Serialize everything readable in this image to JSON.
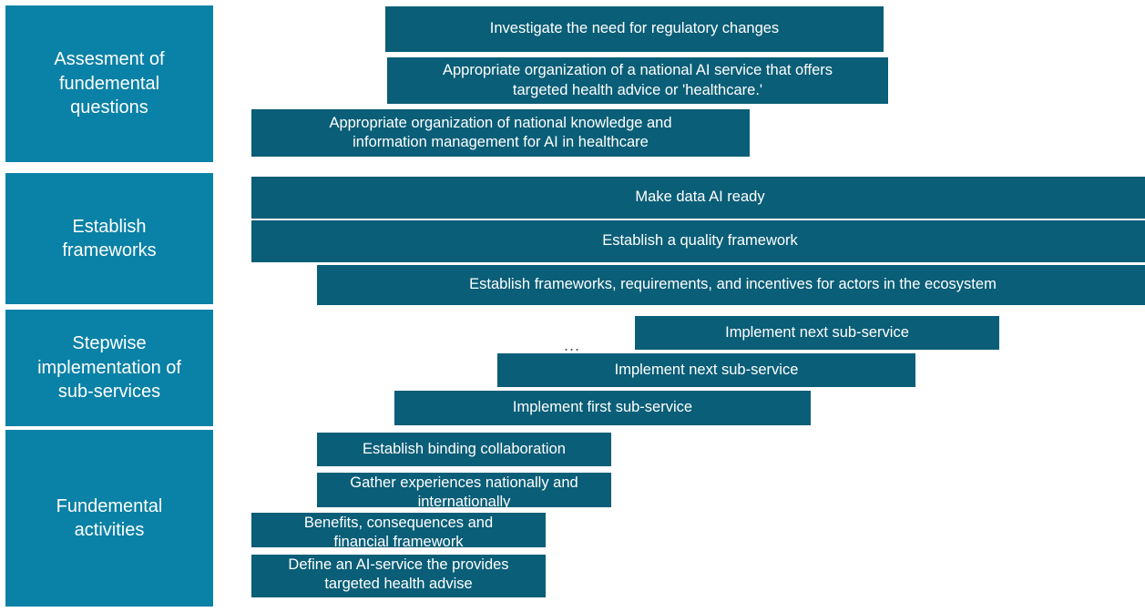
{
  "diagram": {
    "title": "AI in healthcare roadmap",
    "colors": {
      "phase_label_bg": "#0a81a6",
      "task_bar_bg": "#0a5e77",
      "text": "#ffffff",
      "background": "#ffffff",
      "ellipsis": "#595959"
    },
    "ellipsis_marker": "..."
  },
  "phases": [
    {
      "label": "Assesment of\nfundemental\nquestions",
      "tasks": [
        {
          "label": "Investigate the need for regulatory changes"
        },
        {
          "label": "Appropriate organization of a national AI service that offers\ntargeted health advice or 'healthcare.'"
        },
        {
          "label": "Appropriate organization of national knowledge and\ninformation management for AI in healthcare"
        }
      ]
    },
    {
      "label": "Establish\nframeworks",
      "tasks": [
        {
          "label": "Make data AI ready"
        },
        {
          "label": "Establish a quality framework"
        },
        {
          "label": "Establish frameworks, requirements, and incentives for actors in the ecosystem"
        }
      ]
    },
    {
      "label": "Stepwise\nimplementation of\nsub-services",
      "tasks": [
        {
          "label": "Implement next sub-service"
        },
        {
          "label": "Implement next sub-service"
        },
        {
          "label": "Implement first sub-service"
        }
      ]
    },
    {
      "label": "Fundemental\nactivities",
      "tasks": [
        {
          "label": "Establish  binding collaboration"
        },
        {
          "label": "Gather experiences nationally and\ninternationally"
        },
        {
          "label": "Benefits, consequences and\nfinancial framework"
        },
        {
          "label": "Define an AI-service the provides\ntargeted health advise"
        }
      ]
    }
  ]
}
